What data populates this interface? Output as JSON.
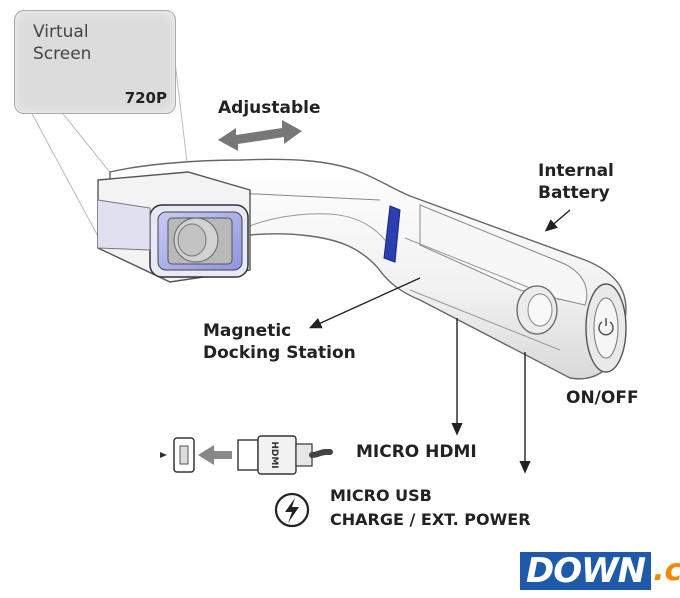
{
  "virtual_screen": {
    "title": "Virtual Screen",
    "resolution": "720P"
  },
  "labels": {
    "adjustable": "Adjustable",
    "internal_battery": "Internal Battery",
    "magnetic_docking": "Magnetic Docking Station",
    "on_off": "ON/OFF",
    "micro_hdmi": "MICRO HDMI",
    "micro_usb": "MICRO USB",
    "charge_ext_power": "CHARGE / EXT. POWER",
    "hdmi_plug_text": "HDMI"
  },
  "watermark": {
    "down": "DOWN",
    "cc": ".cc"
  },
  "colors": {
    "accent_blue": "#2b3fb0",
    "logo_blue": "#1e5aa8",
    "logo_orange": "#f08a00",
    "lens_purple": "#7d82d8"
  },
  "icons": [
    "bolt-icon",
    "double-arrow-icon",
    "power-icon",
    "hdmi-port-icon"
  ]
}
